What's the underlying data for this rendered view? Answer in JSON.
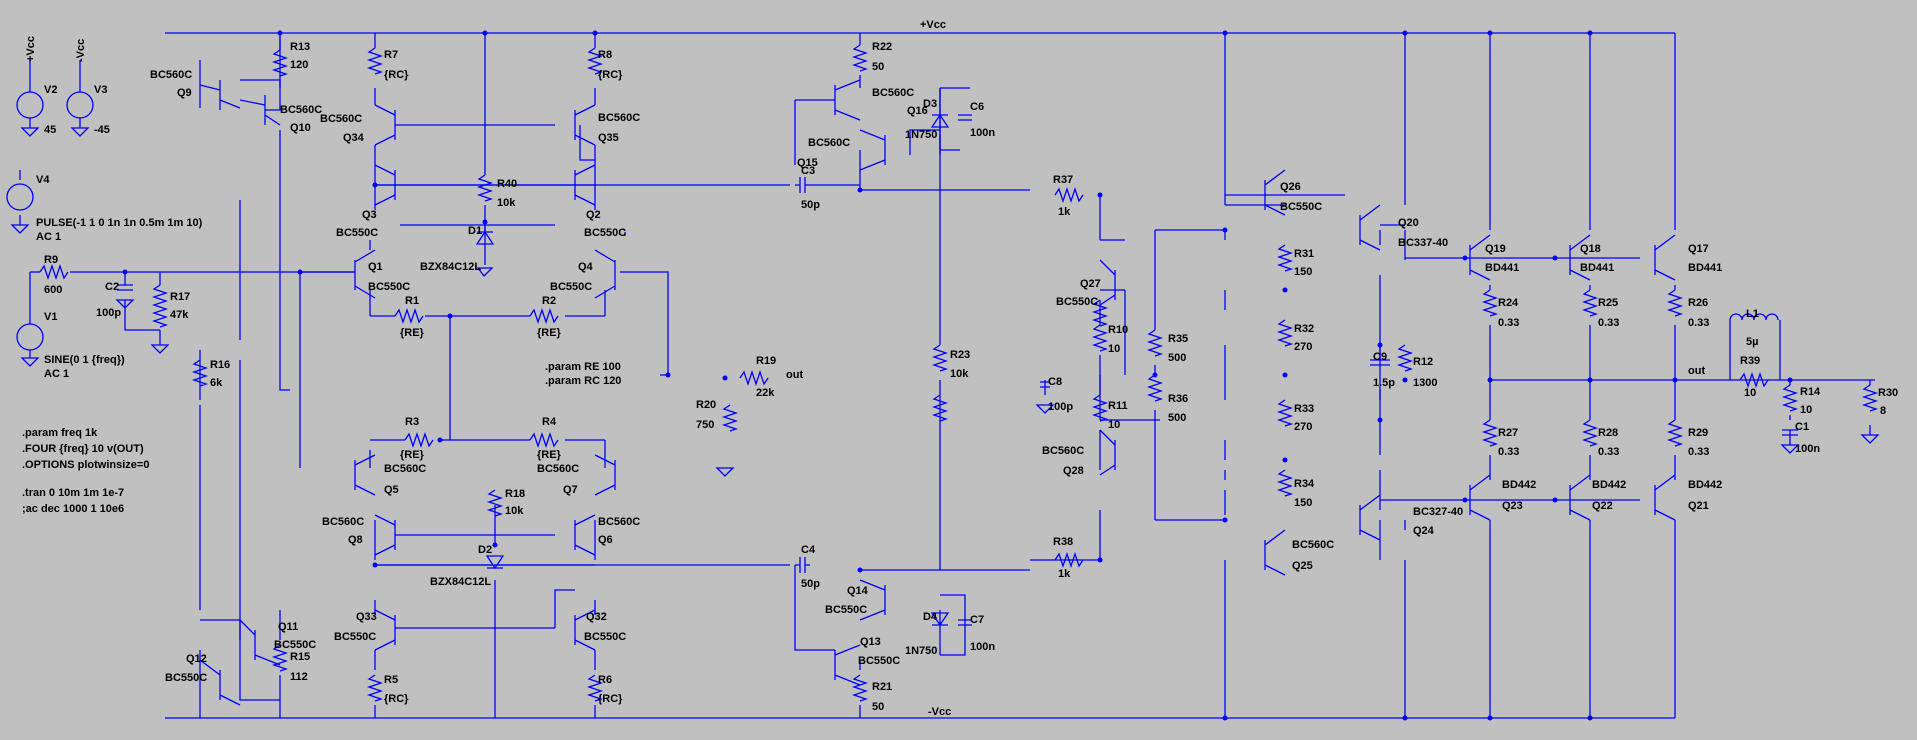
{
  "rails": {
    "vcc_top": "+Vcc",
    "vcc_bottom": "-Vcc"
  },
  "supplies": [
    {
      "ref": "V2",
      "net": "+Vcc",
      "value": "45"
    },
    {
      "ref": "V3",
      "net": "-Vcc",
      "value": "-45"
    }
  ],
  "sources": [
    {
      "ref": "V4",
      "value": "PULSE(-1 1 0 1n 1n 0.5m 1m 10)",
      "ac": "AC 1"
    },
    {
      "ref": "V1",
      "value": "SINE(0 1 {freq})",
      "ac": "AC 1"
    }
  ],
  "resistors": [
    {
      "ref": "R13",
      "value": "120"
    },
    {
      "ref": "R7",
      "value": "{RC}"
    },
    {
      "ref": "R8",
      "value": "{RC}"
    },
    {
      "ref": "R22",
      "value": "50"
    },
    {
      "ref": "R40",
      "value": "10k"
    },
    {
      "ref": "R9",
      "value": "600"
    },
    {
      "ref": "R17",
      "value": "47k"
    },
    {
      "ref": "R1",
      "value": "{RE}"
    },
    {
      "ref": "R2",
      "value": "{RE}"
    },
    {
      "ref": "R16",
      "value": "6k"
    },
    {
      "ref": "R19",
      "value": "22k"
    },
    {
      "ref": "R20",
      "value": "750"
    },
    {
      "ref": "R3",
      "value": "{RE}"
    },
    {
      "ref": "R4",
      "value": "{RE}"
    },
    {
      "ref": "R18",
      "value": "10k"
    },
    {
      "ref": "R15",
      "value": "112"
    },
    {
      "ref": "R5",
      "value": "{RC}"
    },
    {
      "ref": "R6",
      "value": "{RC}"
    },
    {
      "ref": "R21",
      "value": "50"
    },
    {
      "ref": "R23",
      "value": "10k"
    },
    {
      "ref": "R37",
      "value": "1k"
    },
    {
      "ref": "R38",
      "value": "1k"
    },
    {
      "ref": "R10",
      "value": "10"
    },
    {
      "ref": "R11",
      "value": "10"
    },
    {
      "ref": "R35",
      "value": "500"
    },
    {
      "ref": "R36",
      "value": "500"
    },
    {
      "ref": "R31",
      "value": "150"
    },
    {
      "ref": "R32",
      "value": "270"
    },
    {
      "ref": "R33",
      "value": "270"
    },
    {
      "ref": "R34",
      "value": "150"
    },
    {
      "ref": "R12",
      "value": "1300"
    },
    {
      "ref": "R24",
      "value": "0.33"
    },
    {
      "ref": "R25",
      "value": "0.33"
    },
    {
      "ref": "R26",
      "value": "0.33"
    },
    {
      "ref": "R27",
      "value": "0.33"
    },
    {
      "ref": "R28",
      "value": "0.33"
    },
    {
      "ref": "R29",
      "value": "0.33"
    },
    {
      "ref": "R39",
      "value": "10"
    },
    {
      "ref": "R14",
      "value": "10"
    },
    {
      "ref": "R30",
      "value": "8"
    }
  ],
  "capacitors": [
    {
      "ref": "C2",
      "value": "100p"
    },
    {
      "ref": "C3",
      "value": "50p"
    },
    {
      "ref": "C4",
      "value": "50p"
    },
    {
      "ref": "C6",
      "value": "100n"
    },
    {
      "ref": "C7",
      "value": "100n"
    },
    {
      "ref": "C8",
      "value": "100p"
    },
    {
      "ref": "C9",
      "value": "1.5p"
    },
    {
      "ref": "C1",
      "value": "100n"
    }
  ],
  "inductors": [
    {
      "ref": "L1",
      "value": "5µ"
    }
  ],
  "diodes": [
    {
      "ref": "D1",
      "value": "BZX84C12L"
    },
    {
      "ref": "D2",
      "value": "BZX84C12L"
    },
    {
      "ref": "D3",
      "value": "1N750"
    },
    {
      "ref": "D4",
      "value": "1N750"
    }
  ],
  "transistors": [
    {
      "ref": "Q9",
      "model": "BC560C"
    },
    {
      "ref": "Q10",
      "model": "BC560C"
    },
    {
      "ref": "Q34",
      "model": "BC560C"
    },
    {
      "ref": "Q35",
      "model": "BC560C"
    },
    {
      "ref": "Q16",
      "model": "BC560C"
    },
    {
      "ref": "Q15",
      "model": "BC560C"
    },
    {
      "ref": "Q3",
      "model": "BC550C"
    },
    {
      "ref": "Q2",
      "model": "BC550C"
    },
    {
      "ref": "Q1",
      "model": "BC550C"
    },
    {
      "ref": "Q4",
      "model": "BC550C"
    },
    {
      "ref": "Q5",
      "model": "BC560C"
    },
    {
      "ref": "Q7",
      "model": "BC560C"
    },
    {
      "ref": "Q8",
      "model": "BC560C"
    },
    {
      "ref": "Q6",
      "model": "BC560C"
    },
    {
      "ref": "Q33",
      "model": "BC550C"
    },
    {
      "ref": "Q32",
      "model": "BC550C"
    },
    {
      "ref": "Q11",
      "model": "BC550C"
    },
    {
      "ref": "Q12",
      "model": "BC550C"
    },
    {
      "ref": "Q14",
      "model": "BC550C"
    },
    {
      "ref": "Q13",
      "model": "BC550C"
    },
    {
      "ref": "Q26",
      "model": "BC550C"
    },
    {
      "ref": "Q27",
      "model": "BC550C"
    },
    {
      "ref": "Q28",
      "model": "BC560C"
    },
    {
      "ref": "Q25",
      "model": "BC560C"
    },
    {
      "ref": "Q20",
      "model": "BC337-40"
    },
    {
      "ref": "Q24",
      "model": "BC327-40"
    },
    {
      "ref": "Q19",
      "model": "BD441"
    },
    {
      "ref": "Q18",
      "model": "BD441"
    },
    {
      "ref": "Q17",
      "model": "BD441"
    },
    {
      "ref": "Q23",
      "model": "BD442"
    },
    {
      "ref": "Q22",
      "model": "BD442"
    },
    {
      "ref": "Q21",
      "model": "BD442"
    }
  ],
  "net_labels": {
    "out": "out"
  },
  "directives": {
    "param_re": ".param RE 100",
    "param_rc": ".param RC 120",
    "param_freq": ".param freq 1k",
    "four": ".FOUR {freq} 10 v(OUT)",
    "options": ".OPTIONS plotwinsize=0",
    "tran": ".tran 0 10m 1m 1e-7",
    "ac": ";ac dec 1000 1 10e6"
  }
}
